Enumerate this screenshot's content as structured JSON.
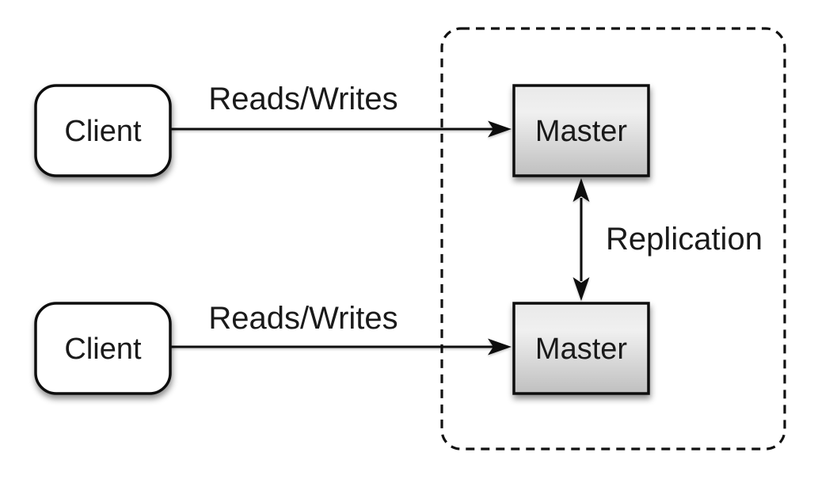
{
  "colors": {
    "background": "#ffffff",
    "stroke": "#111111",
    "text": "#1a1a1a",
    "client_fill": "#ffffff",
    "master_gradient_top": "#e9e9e9",
    "master_gradient_mid": "#f0f0f0",
    "master_gradient_bottom": "#bfbfbf"
  },
  "nodes": {
    "client_top": {
      "label": "Client"
    },
    "client_bottom": {
      "label": "Client"
    },
    "master_top": {
      "label": "Master"
    },
    "master_bottom": {
      "label": "Master"
    }
  },
  "edges": {
    "reads_writes_top": {
      "label": "Reads/Writes"
    },
    "reads_writes_bottom": {
      "label": "Reads/Writes"
    },
    "replication": {
      "label": "Replication"
    }
  }
}
